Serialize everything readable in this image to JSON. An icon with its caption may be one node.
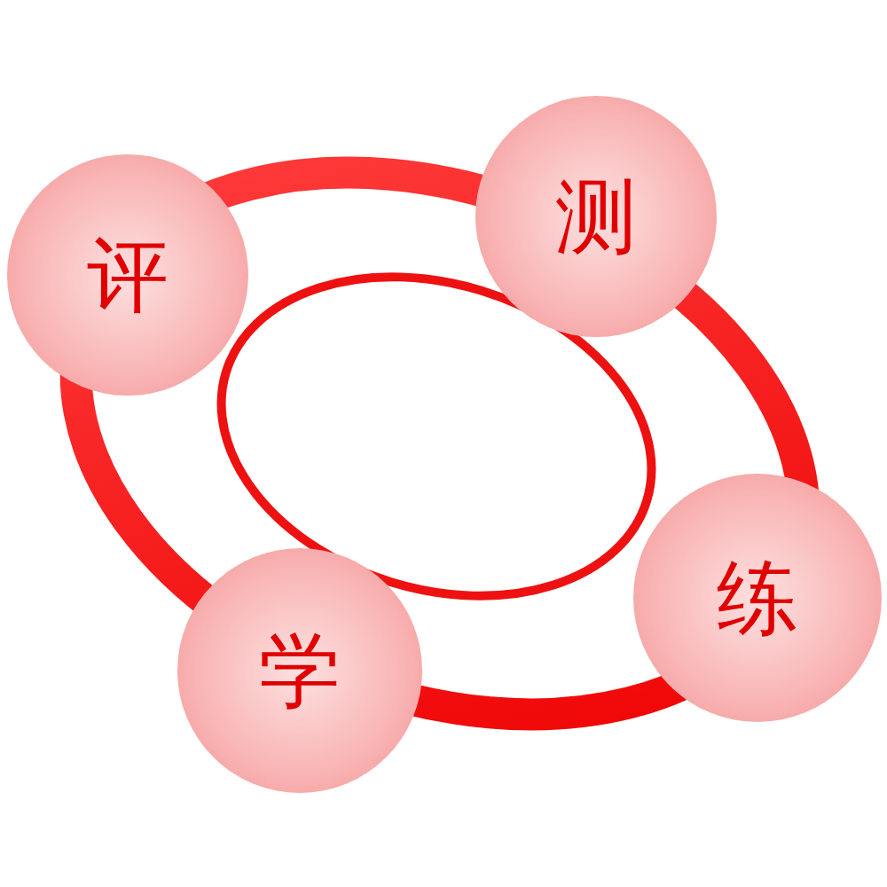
{
  "diagram": {
    "nodes": [
      {
        "text": [
          "评"
        ]
      },
      {
        "text": [
          "测"
        ]
      },
      {
        "text": [
          "练"
        ]
      },
      {
        "text": [
          "学"
        ]
      }
    ]
  }
}
